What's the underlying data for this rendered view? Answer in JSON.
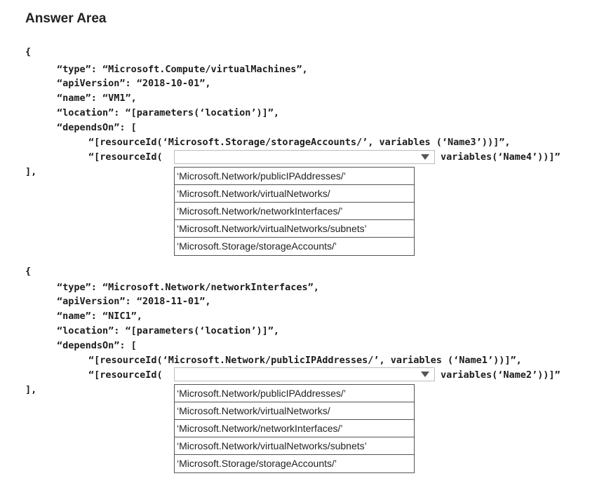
{
  "header": {
    "title": "Answer Area"
  },
  "block1": {
    "open": "{",
    "type": "“type”: “Microsoft.Compute/virtualMachines”,",
    "apiVersion": "“apiVersion”: “2018-10-01”,",
    "name": "“name”: “VM1”,",
    "location": "“location”: “[parameters(‘location’)]”,",
    "dependsOn": "“dependsOn”: [",
    "dep1": "“[resourceId(‘Microsoft.Storage/storageAccounts/’, variables (‘Name3’))]”,",
    "dep2_prefix": "“[resourceId(",
    "dep2_suffix": "variables(‘Name4’))]”",
    "close": "],",
    "dropdown": {
      "selected": "",
      "options": [
        "‘Microsoft.Network/publicIPAddresses/’",
        "‘Microsoft.Network/virtualNetworks/",
        "‘Microsoft.Network/networkInterfaces/’",
        "‘Microsoft.Network/virtualNetworks/subnets’",
        "‘Microsoft.Storage/storageAccounts/’"
      ]
    }
  },
  "block2": {
    "open": "{",
    "type": "“type”: “Microsoft.Network/networkInterfaces”,",
    "apiVersion": "“apiVersion”: “2018-11-01”,",
    "name": "“name”: “NIC1”,",
    "location": "“location”: “[parameters(‘location’)]”,",
    "dependsOn": "“dependsOn”: [",
    "dep1": "“[resourceId(‘Microsoft.Network/publicIPAddresses/’, variables (‘Name1’))]”,",
    "dep2_prefix": "“[resourceId(",
    "dep2_suffix": "variables(‘Name2’))]”",
    "close": "],",
    "dropdown": {
      "selected": "",
      "options": [
        "‘Microsoft.Network/publicIPAddresses/’",
        "‘Microsoft.Network/virtualNetworks/",
        "‘Microsoft.Network/networkInterfaces/’",
        "‘Microsoft.Network/virtualNetworks/subnets’",
        "‘Microsoft.Storage/storageAccounts/’"
      ]
    }
  },
  "icons": {
    "dropdown_arrow": "triangle-down-icon"
  },
  "colors": {
    "text": "#1c1c1c",
    "border": "#555555",
    "select_border": "#bdbdbd"
  }
}
